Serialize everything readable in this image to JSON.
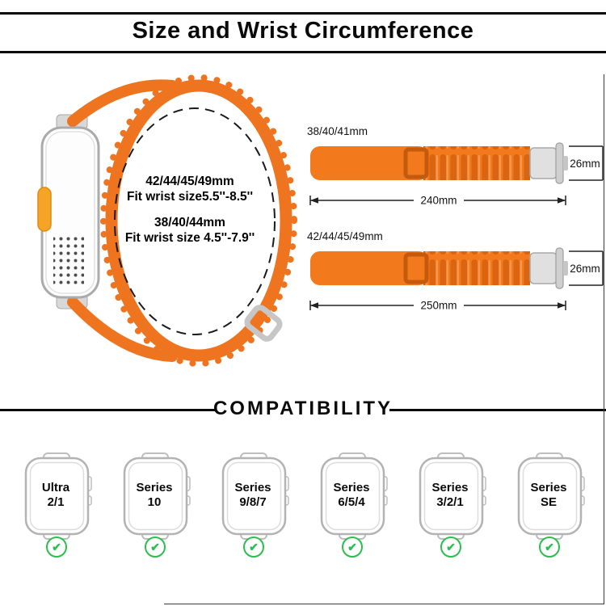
{
  "header": {
    "title": "Size and Wrist Circumference"
  },
  "size_guide": {
    "loop_text": {
      "line1": "42/44/45/49mm",
      "line2": "Fit wrist size5.5''-8.5''",
      "line3": "38/40/44mm",
      "line4": "Fit wrist size 4.5''-7.9''"
    },
    "bands": [
      {
        "size_label": "38/40/41mm",
        "width": "26mm",
        "length": "240mm"
      },
      {
        "size_label": "42/44/45/49mm",
        "width": "26mm",
        "length": "250mm"
      }
    ]
  },
  "compatibility": {
    "title": "COMPATIBILITY",
    "models": [
      {
        "line1": "Ultra",
        "line2": "2/1"
      },
      {
        "line1": "Series",
        "line2": "10"
      },
      {
        "line1": "Series",
        "line2": "9/8/7"
      },
      {
        "line1": "Series",
        "line2": "6/5/4"
      },
      {
        "line1": "Series",
        "line2": "3/2/1"
      },
      {
        "line1": "Series",
        "line2": "SE"
      }
    ]
  },
  "icons": {
    "check": "✔"
  },
  "colors": {
    "band_orange": "#F2791C",
    "check_green": "#2CBE4E"
  }
}
